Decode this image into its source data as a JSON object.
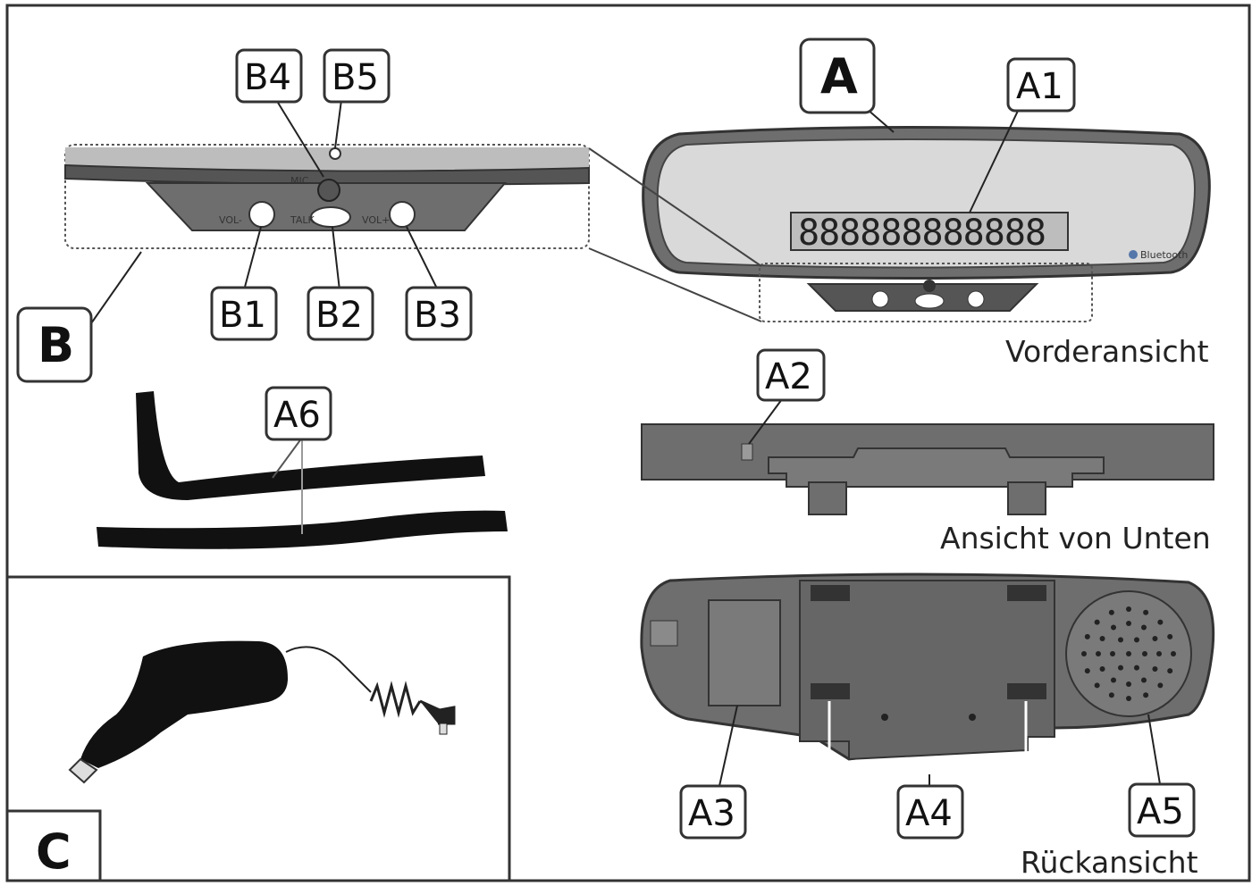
{
  "labels": {
    "A": "A",
    "A1": "A1",
    "A2": "A2",
    "A3": "A3",
    "A4": "A4",
    "A5": "A5",
    "A6": "A6",
    "B": "B",
    "B1": "B1",
    "B2": "B2",
    "B3": "B3",
    "B4": "B4",
    "B5": "B5",
    "C": "C"
  },
  "captions": {
    "front": "Vorderansicht",
    "bottom": "Ansicht von Unten",
    "back": "Rückansicht"
  },
  "device_text": {
    "display": "888888888888",
    "mic": "MIC",
    "vol_minus": "VOL-",
    "talk": "TALK",
    "vol_plus": "VOL+",
    "brand": "Bluetooth"
  },
  "colors": {
    "mirror_body": "#6e6e6e",
    "mirror_glass": "#d9d9d9",
    "panel_dark": "#555555",
    "ink": "#111111"
  }
}
